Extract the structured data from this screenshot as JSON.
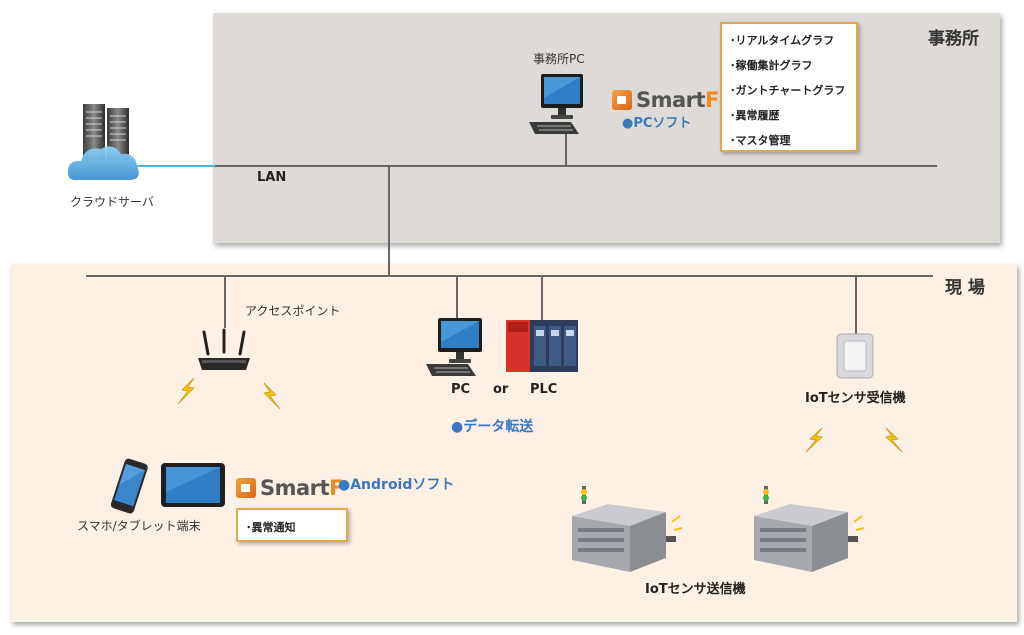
{
  "zones": {
    "office_title": "事務所",
    "field_title": "現 場"
  },
  "devices": {
    "cloud_server": "クラウドサーバ",
    "office_pc": "事務所PC",
    "lan": "LAN",
    "access_point": "アクセスポイント",
    "pc": "PC",
    "or": "or",
    "plc": "PLC",
    "iot_receiver": "IoTセンサ受信機",
    "smartphone_tablet": "スマホ/タブレット端末",
    "iot_transmitter": "IoTセンサ送信機"
  },
  "smartf": {
    "brand": "Smart",
    "brand_f": "F",
    "pc_soft": "●PCソフト",
    "android_soft": "●Androidソフト",
    "data_transfer": "●データ転送"
  },
  "pc_features": [
    "･リアルタイムグラフ",
    "･稼働集計グラフ",
    "･ガントチャートグラフ",
    "･異常履歴",
    "･マスタ管理"
  ],
  "android_features": [
    "･異常通知"
  ]
}
